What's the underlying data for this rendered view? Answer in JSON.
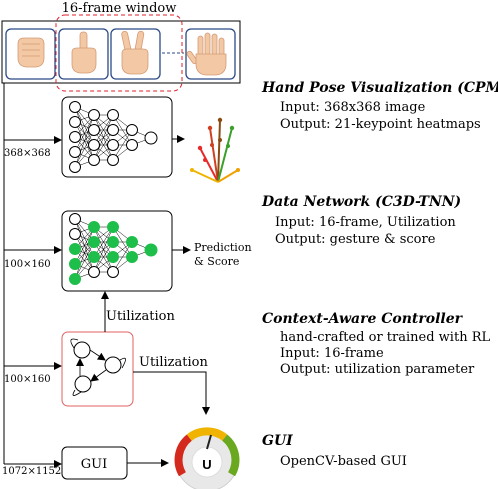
{
  "window_label": "16-frame window",
  "frames": [
    "fist",
    "one-finger",
    "two-fingers",
    "open-hand"
  ],
  "input_sizes": {
    "cpm": "368×368",
    "c3d": "100×160",
    "controller": "100×160",
    "gui": "1072×1152"
  },
  "edge_labels": {
    "prediction": [
      "Prediction",
      "& Score"
    ],
    "utilization_up": "Utilization",
    "utilization_right": "Utilization"
  },
  "gui_box_label": "GUI",
  "gauge_letter": "U",
  "sections": [
    {
      "title": "Hand Pose Visualization (CPM)",
      "lines": [
        "Input: 368x368 image",
        "Output: 21-keypoint heatmaps"
      ]
    },
    {
      "title": "Data Network (C3D-TNN)",
      "lines": [
        "Input: 16-frame, Utilization",
        "Output: gesture & score"
      ]
    },
    {
      "title": "Context-Aware Controller",
      "lines": [
        "hand-crafted or trained with RL",
        "Input: 16-frame",
        "Output: utilization parameter"
      ]
    },
    {
      "title": "GUI",
      "lines": [
        "OpenCV-based GUI"
      ]
    }
  ],
  "colors": {
    "window_dash": "#e0202a",
    "frame_border": "#2a4a86",
    "active_node": "#1ebe4a",
    "controller_border": "#e06060",
    "gauge_red": "#d42a1e",
    "gauge_yellow": "#f0b400",
    "gauge_green": "#6aa820"
  }
}
